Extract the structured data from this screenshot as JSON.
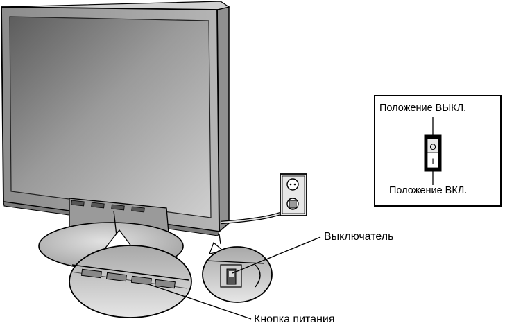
{
  "labels": {
    "switch": "Выключатель",
    "power_button": "Кнопка питания"
  },
  "legend": {
    "off_position": "Положение ВЫКЛ.",
    "on_position": "Положение ВКЛ.",
    "off_symbol": "O",
    "on_symbol": "I"
  },
  "colors": {
    "line": "#000000",
    "screen_dark": "#6e6e6e",
    "screen_light": "#c4c4c4",
    "bezel": "#a9a9a9",
    "stand": "#b8b8b8"
  },
  "icons": [
    "monitor-icon",
    "wall-outlet-icon",
    "rocker-switch-icon"
  ]
}
